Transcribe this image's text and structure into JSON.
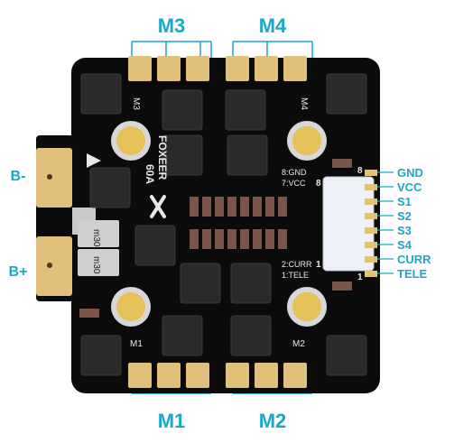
{
  "motor_callouts": {
    "m3": "M3",
    "m4": "M4",
    "m1": "M1",
    "m2": "M2"
  },
  "power_callouts": {
    "b_minus": "B-",
    "b_plus": "B+"
  },
  "pin_labels": [
    "GND",
    "VCC",
    "S1",
    "S2",
    "S3",
    "S4",
    "CURR",
    "TELE"
  ],
  "silkscreen": {
    "brand": "FOXEER",
    "model": "60A",
    "m3": "M3",
    "m4": "M4",
    "m1": "M1",
    "m2": "M2",
    "pin_gnd": "8:GND",
    "pin_vcc": "7:VCC",
    "pin_curr": "2:CURR",
    "pin_tele": "1:TELE",
    "pin_8": "8",
    "pin_1": "1",
    "pin_8_connector": "8",
    "pin_1_connector": "1",
    "shunt_a": "m30",
    "shunt_b": "m30"
  },
  "colors": {
    "accent": "#1aa8c8",
    "board": "#0b0b0b",
    "pad": "#e0c07a",
    "chip": "#2a2a2a"
  }
}
